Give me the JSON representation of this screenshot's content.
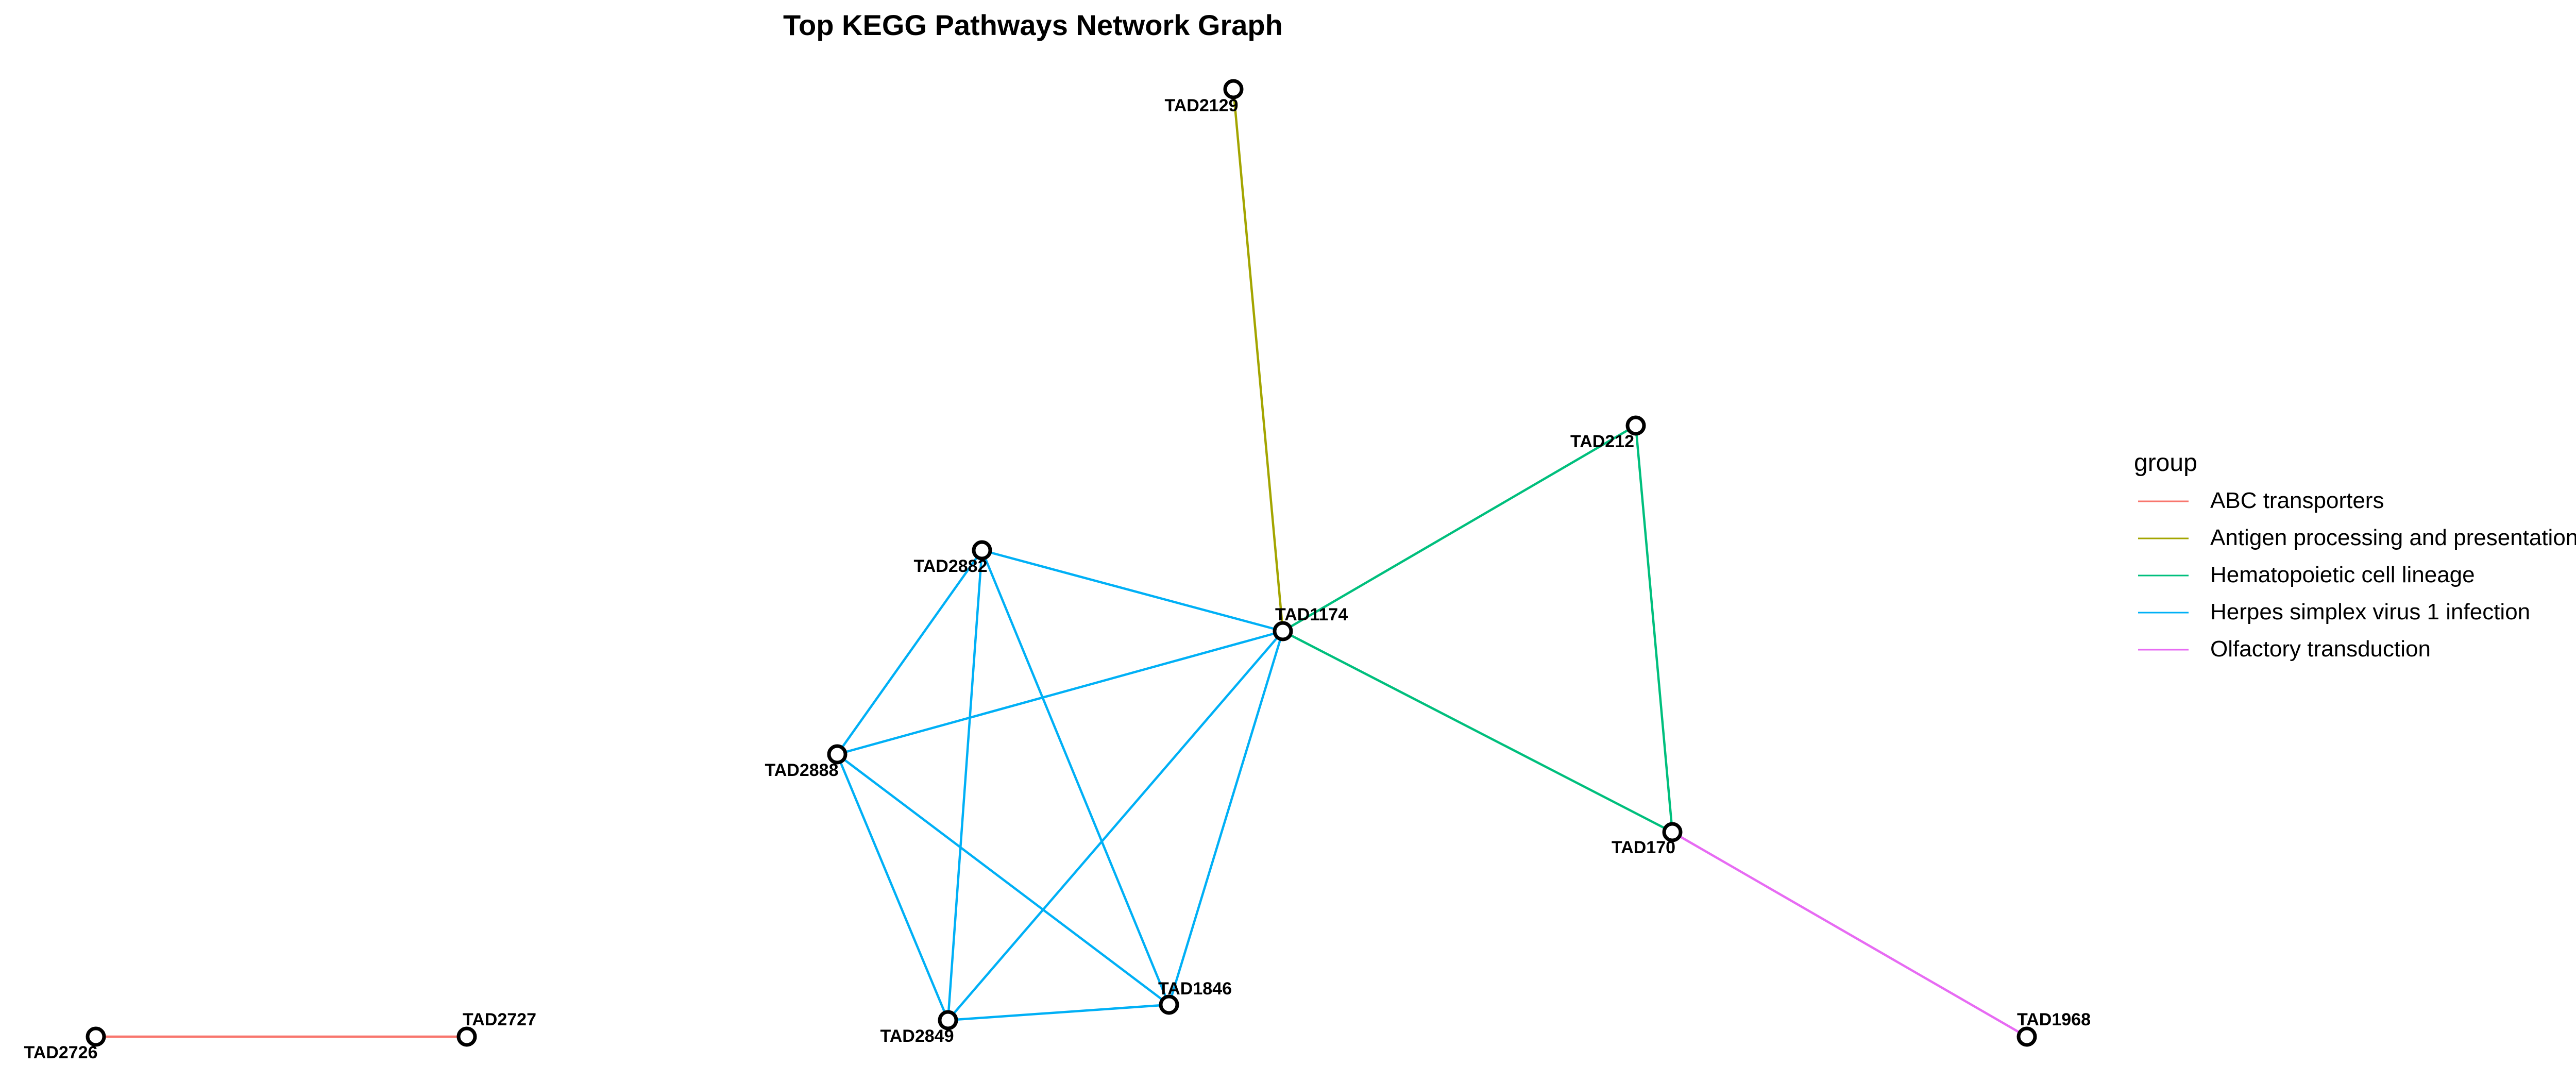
{
  "title": "Top KEGG Pathways Network Graph",
  "legend": {
    "title": "group",
    "items": [
      {
        "label": "ABC transporters",
        "color": "#F8766D"
      },
      {
        "label": "Antigen processing and presentation",
        "color": "#A3A500"
      },
      {
        "label": "Hematopoietic cell lineage",
        "color": "#00BF7D"
      },
      {
        "label": "Herpes simplex virus 1 infection",
        "color": "#00B0F6"
      },
      {
        "label": "Olfactory transduction",
        "color": "#E76BF3"
      }
    ]
  },
  "nodes": [
    {
      "id": "TAD2129",
      "label": "TAD2129"
    },
    {
      "id": "TAD212",
      "label": "TAD212"
    },
    {
      "id": "TAD2882",
      "label": "TAD2882"
    },
    {
      "id": "TAD1174",
      "label": "TAD1174"
    },
    {
      "id": "TAD2888",
      "label": "TAD2888"
    },
    {
      "id": "TAD170",
      "label": "TAD170"
    },
    {
      "id": "TAD1846",
      "label": "TAD1846"
    },
    {
      "id": "TAD2849",
      "label": "TAD2849"
    },
    {
      "id": "TAD1968",
      "label": "TAD1968"
    },
    {
      "id": "TAD2727",
      "label": "TAD2727"
    },
    {
      "id": "TAD2726",
      "label": "TAD2726"
    }
  ],
  "edges": [
    {
      "source": "TAD2726",
      "target": "TAD2727",
      "group": "ABC transporters"
    },
    {
      "source": "TAD2129",
      "target": "TAD1174",
      "group": "Antigen processing and presentation"
    },
    {
      "source": "TAD1174",
      "target": "TAD212",
      "group": "Hematopoietic cell lineage"
    },
    {
      "source": "TAD212",
      "target": "TAD170",
      "group": "Hematopoietic cell lineage"
    },
    {
      "source": "TAD1174",
      "target": "TAD170",
      "group": "Hematopoietic cell lineage"
    },
    {
      "source": "TAD2882",
      "target": "TAD1174",
      "group": "Herpes simplex virus 1 infection"
    },
    {
      "source": "TAD2882",
      "target": "TAD2888",
      "group": "Herpes simplex virus 1 infection"
    },
    {
      "source": "TAD2882",
      "target": "TAD2849",
      "group": "Herpes simplex virus 1 infection"
    },
    {
      "source": "TAD2882",
      "target": "TAD1846",
      "group": "Herpes simplex virus 1 infection"
    },
    {
      "source": "TAD2888",
      "target": "TAD1174",
      "group": "Herpes simplex virus 1 infection"
    },
    {
      "source": "TAD2888",
      "target": "TAD2849",
      "group": "Herpes simplex virus 1 infection"
    },
    {
      "source": "TAD2888",
      "target": "TAD1846",
      "group": "Herpes simplex virus 1 infection"
    },
    {
      "source": "TAD2849",
      "target": "TAD1174",
      "group": "Herpes simplex virus 1 infection"
    },
    {
      "source": "TAD2849",
      "target": "TAD1846",
      "group": "Herpes simplex virus 1 infection"
    },
    {
      "source": "TAD1846",
      "target": "TAD1174",
      "group": "Herpes simplex virus 1 infection"
    },
    {
      "source": "TAD170",
      "target": "TAD1968",
      "group": "Olfactory transduction"
    }
  ]
}
